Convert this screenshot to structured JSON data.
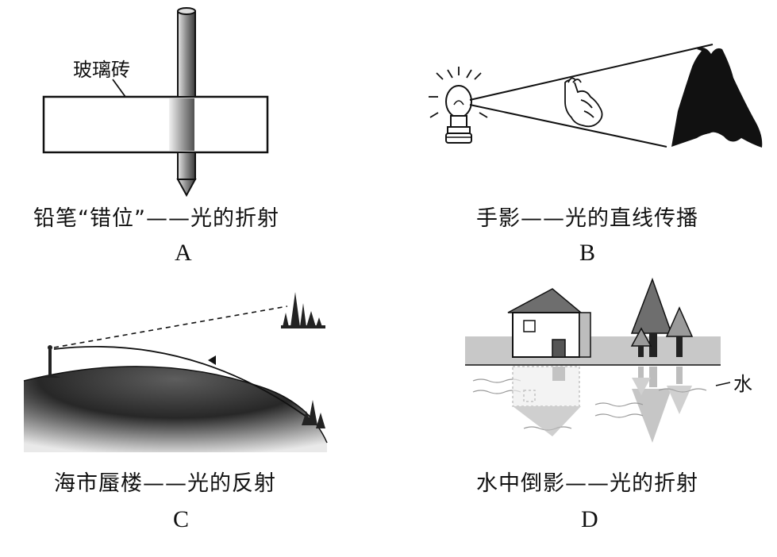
{
  "panels": {
    "a": {
      "diagram_label": "玻璃砖",
      "caption": "铅笔“错位”——光的折射",
      "letter": "A"
    },
    "b": {
      "caption": "手影——光的直线传播",
      "letter": "B"
    },
    "c": {
      "caption": "海市蜃楼——光的反射",
      "letter": "C"
    },
    "d": {
      "diagram_label": "水",
      "caption": "水中倒影——光的折射",
      "letter": "D"
    }
  },
  "colors": {
    "ink": "#111111",
    "water_band": "#c8c8c8",
    "shadow": "#111111",
    "triangle_dark": "#6e6e6e",
    "triangle_light": "#9a9a9a"
  }
}
